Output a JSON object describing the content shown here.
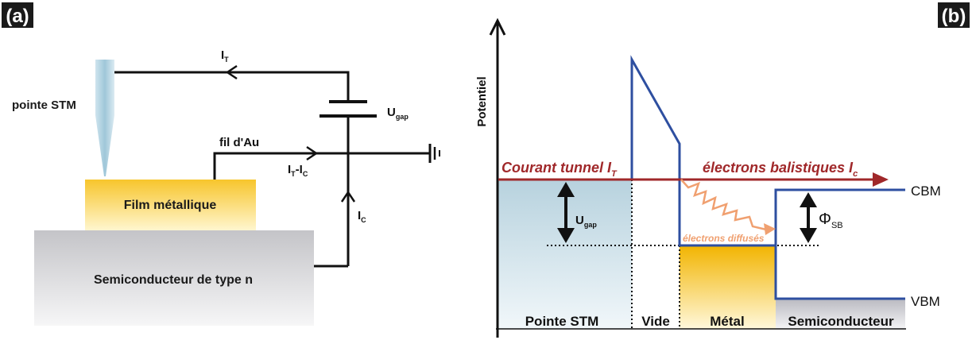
{
  "panel_a": {
    "tag": "(a)",
    "tip_label": "pointe STM",
    "wire_label": "fil d'Au",
    "film_label": "Film métallique",
    "semiconductor_label": "Semiconducteur de type n",
    "it_label": "I",
    "it_sub": "T",
    "itic_label_1": "I",
    "itic_sub_1": "T",
    "itic_dash": "-I",
    "itic_sub_2": "C",
    "ic_label": "I",
    "ic_sub": "C",
    "ugap_label": "U",
    "ugap_sub": "gap"
  },
  "panel_b": {
    "tag": "(b)",
    "y_axis_label": "Potentiel",
    "tunnel_label": "Courant tunnel I",
    "tunnel_sub": "T",
    "ballistic_label": "électrons balistiques I",
    "ballistic_sub": "c",
    "scattered_label": "électrons diffusés",
    "cbm_label": "CBM",
    "vbm_label": "VBM",
    "ugap_label": "U",
    "ugap_sub": "gap",
    "phi_label": "Φ",
    "phi_sub": "SB",
    "region_tip": "Pointe STM",
    "region_vacuum": "Vide",
    "region_metal": "Métal",
    "region_semi": "Semiconducteur"
  },
  "colors": {
    "gold": "#F5B800",
    "band_blue": "#2E4FA0",
    "tunnel_red": "#A0282A",
    "scatter_orange": "#F0A070",
    "tip_blue": "#9FC7D9"
  }
}
